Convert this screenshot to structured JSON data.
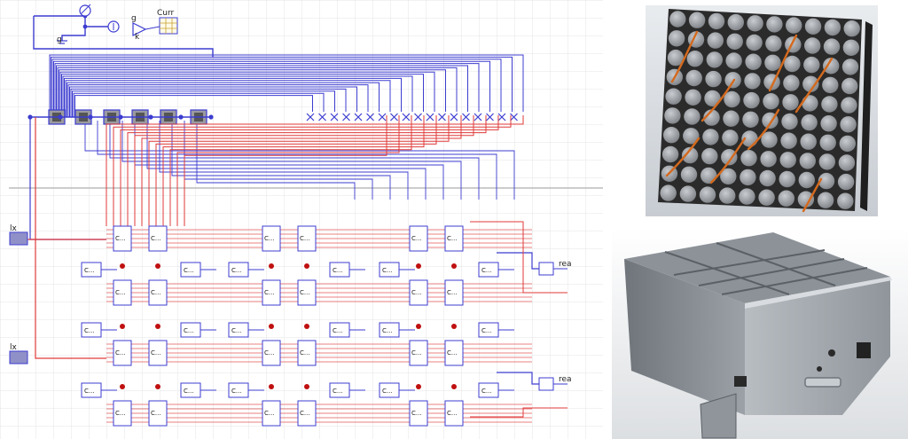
{
  "schematic": {
    "source_label_1": "lx",
    "source_label_2": "lx",
    "ground_label_1": "g",
    "ground_label_2": "g",
    "gain_label": "k",
    "curr_label": "Curr",
    "sensor_label_1": "rea",
    "sensor_label_2": "rea",
    "cell_label": "C..."
  },
  "colors": {
    "blue_wire": "#3c3cd0",
    "red_wire": "#e03a3a",
    "junction": "#c01010",
    "grid": "#dedede",
    "panel_dark": "#2b2b2b",
    "cell_gray": "#8a8e94",
    "cable_orange": "#d46a1e",
    "steel": "#9aa0a6"
  },
  "icons": [
    "ammeter-icon",
    "gain-icon",
    "table-icon",
    "ground-icon",
    "current-source-icon",
    "sensor-icon"
  ]
}
